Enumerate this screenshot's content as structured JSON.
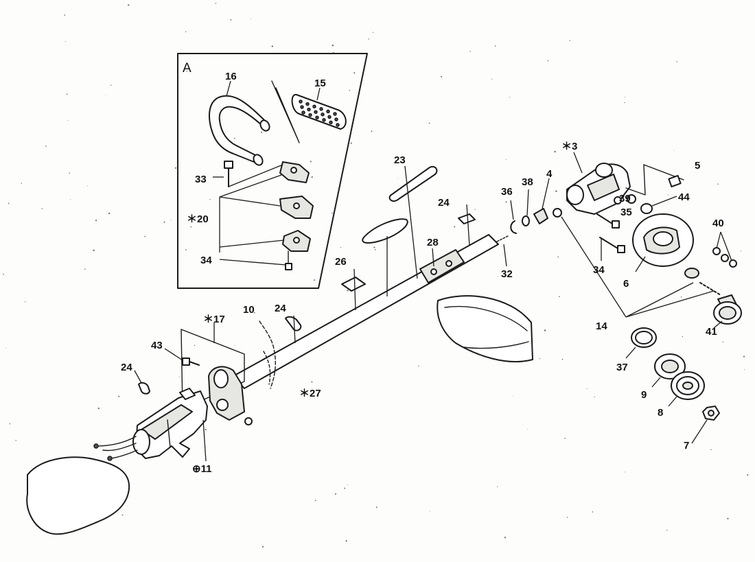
{
  "inset": {
    "label": "A"
  },
  "callouts": {
    "p3": "＊3",
    "p4": "4",
    "p5": "5",
    "p6": "6",
    "p7": "7",
    "p8": "8",
    "p9": "9",
    "p10": "10",
    "p11": "⊕11",
    "p14": "14",
    "p15": "15",
    "p16": "16",
    "p17": "＊17",
    "p20": "＊20",
    "p23": "23",
    "p24a": "24",
    "p24b": "24",
    "p24c": "24",
    "p26": "26",
    "p27": "＊27",
    "p28": "28",
    "p32": "32",
    "p33": "33",
    "p34a": "34",
    "p34b": "34",
    "p35": "35",
    "p36": "36",
    "p37": "37",
    "p38": "38",
    "p39": "39",
    "p40": "40",
    "p41": "41",
    "p43": "43",
    "p44": "44"
  }
}
